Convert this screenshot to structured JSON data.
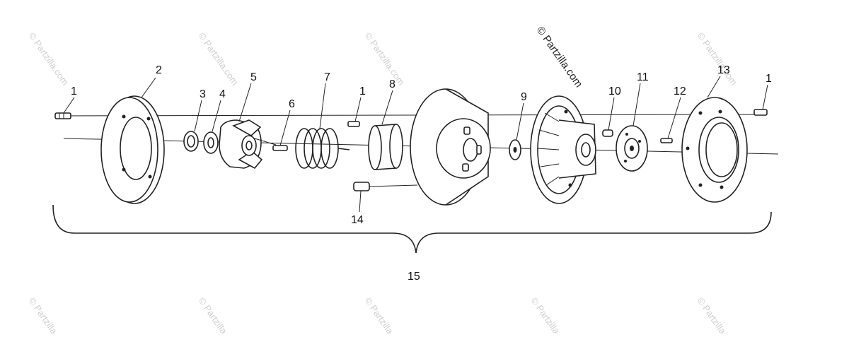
{
  "diagram": {
    "copyright": "© Partzilla.com",
    "watermark": "© Partzilla.com",
    "callouts": [
      {
        "id": "c1a",
        "text": "1"
      },
      {
        "id": "c2",
        "text": "2"
      },
      {
        "id": "c3",
        "text": "3"
      },
      {
        "id": "c4",
        "text": "4"
      },
      {
        "id": "c5",
        "text": "5"
      },
      {
        "id": "c6",
        "text": "6"
      },
      {
        "id": "c7",
        "text": "7"
      },
      {
        "id": "c1b",
        "text": "1"
      },
      {
        "id": "c8",
        "text": "8"
      },
      {
        "id": "c9",
        "text": "9"
      },
      {
        "id": "c10",
        "text": "10"
      },
      {
        "id": "c11",
        "text": "11"
      },
      {
        "id": "c12",
        "text": "12"
      },
      {
        "id": "c13",
        "text": "13"
      },
      {
        "id": "c1c",
        "text": "1"
      },
      {
        "id": "c14",
        "text": "14"
      },
      {
        "id": "c15",
        "text": "15"
      }
    ]
  }
}
